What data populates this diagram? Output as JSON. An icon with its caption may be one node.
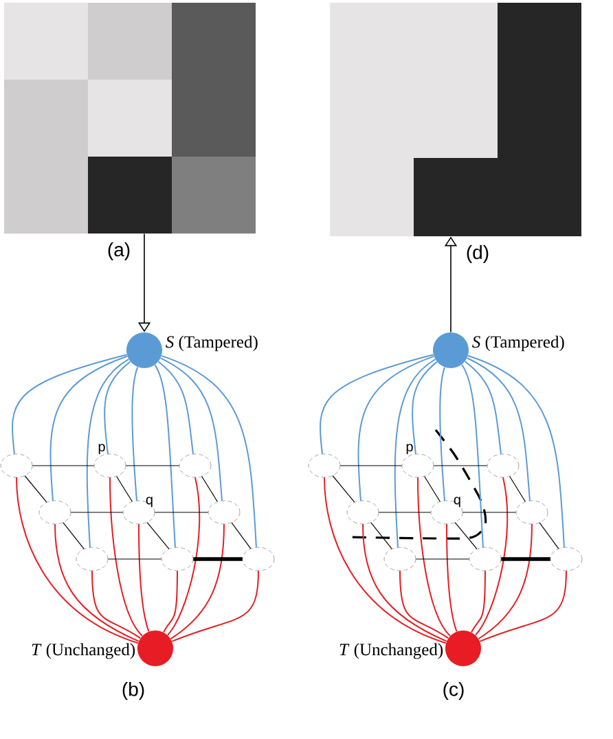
{
  "diagram": {
    "nodes": [
      {
        "text": [],
        "shape": "picture",
        "beside": [
          "(a)"
        ]
      },
      {
        "text": [],
        "shape": "picture",
        "beside": [
          "(d)"
        ]
      },
      {
        "text": [],
        "shape": "circle",
        "beside": [
          "*S* (Tampered)"
        ]
      },
      {
        "text": [],
        "shape": "ellipse"
      },
      {
        "text": [],
        "shape": "ellipse",
        "beside": [
          "p"
        ]
      },
      {
        "text": [],
        "shape": "ellipse"
      },
      {
        "text": [],
        "shape": "ellipse"
      },
      {
        "text": [],
        "shape": "ellipse",
        "beside": [
          "q"
        ]
      },
      {
        "text": [],
        "shape": "ellipse"
      },
      {
        "text": [],
        "shape": "ellipse"
      },
      {
        "text": [],
        "shape": "ellipse"
      },
      {
        "text": [],
        "shape": "ellipse"
      },
      {
        "text": [],
        "shape": "circle",
        "beside": [
          "*T* (Unchanged)"
        ]
      },
      {
        "text": [],
        "shape": "circle",
        "beside": [
          "*S* (Tampered)"
        ]
      },
      {
        "text": [],
        "shape": "ellipse"
      },
      {
        "text": [],
        "shape": "ellipse",
        "beside": [
          "p"
        ]
      },
      {
        "text": [],
        "shape": "ellipse"
      },
      {
        "text": [],
        "shape": "ellipse"
      },
      {
        "text": [],
        "shape": "ellipse",
        "beside": [
          "q"
        ]
      },
      {
        "text": [],
        "shape": "ellipse"
      },
      {
        "text": [],
        "shape": "ellipse"
      },
      {
        "text": [],
        "shape": "ellipse"
      },
      {
        "text": [],
        "shape": "ellipse"
      },
      {
        "text": [],
        "shape": "circle",
        "beside": [
          "*T* (Unchanged)"
        ]
      }
    ],
    "edges": [
      {
        "from": 0,
        "to": 2,
        "arrow": "to"
      },
      {
        "from": 13,
        "to": 1,
        "arrow": "to"
      },
      {
        "from": 2,
        "to": 3,
        "arrow": "none",
        "color": "#5b9bd5"
      },
      {
        "from": 2,
        "to": 4,
        "arrow": "none",
        "color": "#5b9bd5"
      },
      {
        "from": 2,
        "to": 5,
        "arrow": "none",
        "color": "#5b9bd5"
      },
      {
        "from": 2,
        "to": 6,
        "arrow": "none",
        "color": "#5b9bd5"
      },
      {
        "from": 2,
        "to": 7,
        "arrow": "none",
        "color": "#5b9bd5"
      },
      {
        "from": 2,
        "to": 8,
        "arrow": "none",
        "color": "#5b9bd5"
      },
      {
        "from": 2,
        "to": 9,
        "arrow": "none",
        "color": "#5b9bd5"
      },
      {
        "from": 2,
        "to": 10,
        "arrow": "none",
        "color": "#5b9bd5"
      },
      {
        "from": 2,
        "to": 11,
        "arrow": "none",
        "color": "#5b9bd5"
      },
      {
        "from": 3,
        "to": 12,
        "arrow": "none",
        "color": "#e31e24"
      },
      {
        "from": 4,
        "to": 12,
        "arrow": "none",
        "color": "#e31e24"
      },
      {
        "from": 5,
        "to": 12,
        "arrow": "none",
        "color": "#e31e24"
      },
      {
        "from": 6,
        "to": 12,
        "arrow": "none",
        "color": "#e31e24"
      },
      {
        "from": 7,
        "to": 12,
        "arrow": "none",
        "color": "#e31e24"
      },
      {
        "from": 8,
        "to": 12,
        "arrow": "none",
        "color": "#e31e24"
      },
      {
        "from": 9,
        "to": 12,
        "arrow": "none",
        "color": "#e31e24"
      },
      {
        "from": 10,
        "to": 12,
        "arrow": "none",
        "color": "#e31e24"
      },
      {
        "from": 11,
        "to": 12,
        "arrow": "none",
        "color": "#e31e24"
      },
      {
        "from": 3,
        "to": 4,
        "arrow": "none"
      },
      {
        "from": 4,
        "to": 5,
        "arrow": "none"
      },
      {
        "from": 6,
        "to": 7,
        "arrow": "none"
      },
      {
        "from": 7,
        "to": 8,
        "arrow": "none"
      },
      {
        "from": 9,
        "to": 10,
        "arrow": "none"
      },
      {
        "from": 10,
        "to": 11,
        "arrow": "none",
        "style": "thick"
      },
      {
        "from": 3,
        "to": 6,
        "arrow": "none"
      },
      {
        "from": 4,
        "to": 7,
        "arrow": "none"
      },
      {
        "from": 5,
        "to": 8,
        "arrow": "none"
      },
      {
        "from": 6,
        "to": 9,
        "arrow": "none"
      },
      {
        "from": 7,
        "to": 10,
        "arrow": "none"
      },
      {
        "from": 8,
        "to": 11,
        "arrow": "none"
      },
      {
        "from": 13,
        "to": 14,
        "arrow": "none",
        "color": "#5b9bd5"
      },
      {
        "from": 13,
        "to": 15,
        "arrow": "none",
        "color": "#5b9bd5"
      },
      {
        "from": 13,
        "to": 16,
        "arrow": "none",
        "color": "#5b9bd5"
      },
      {
        "from": 13,
        "to": 17,
        "arrow": "none",
        "color": "#5b9bd5"
      },
      {
        "from": 13,
        "to": 18,
        "arrow": "none",
        "color": "#5b9bd5"
      },
      {
        "from": 13,
        "to": 19,
        "arrow": "none",
        "color": "#5b9bd5"
      },
      {
        "from": 13,
        "to": 20,
        "arrow": "none",
        "color": "#5b9bd5"
      },
      {
        "from": 13,
        "to": 21,
        "arrow": "none",
        "color": "#5b9bd5"
      },
      {
        "from": 13,
        "to": 22,
        "arrow": "none",
        "color": "#5b9bd5"
      },
      {
        "from": 14,
        "to": 23,
        "arrow": "none",
        "color": "#e31e24"
      },
      {
        "from": 15,
        "to": 23,
        "arrow": "none",
        "color": "#e31e24"
      },
      {
        "from": 16,
        "to": 23,
        "arrow": "none",
        "color": "#e31e24"
      },
      {
        "from": 17,
        "to": 23,
        "arrow": "none",
        "color": "#e31e24"
      },
      {
        "from": 18,
        "to": 23,
        "arrow": "none",
        "color": "#e31e24"
      },
      {
        "from": 19,
        "to": 23,
        "arrow": "none",
        "color": "#e31e24"
      },
      {
        "from": 20,
        "to": 23,
        "arrow": "none",
        "color": "#e31e24"
      },
      {
        "from": 21,
        "to": 23,
        "arrow": "none",
        "color": "#e31e24"
      },
      {
        "from": 22,
        "to": 23,
        "arrow": "none",
        "color": "#e31e24"
      },
      {
        "from": 14,
        "to": 15,
        "arrow": "none"
      },
      {
        "from": 15,
        "to": 16,
        "arrow": "none"
      },
      {
        "from": 17,
        "to": 18,
        "arrow": "none"
      },
      {
        "from": 18,
        "to": 19,
        "arrow": "none"
      },
      {
        "from": 20,
        "to": 21,
        "arrow": "none"
      },
      {
        "from": 21,
        "to": 22,
        "arrow": "none",
        "style": "thick"
      },
      {
        "from": 14,
        "to": 17,
        "arrow": "none"
      },
      {
        "from": 15,
        "to": 18,
        "arrow": "none"
      },
      {
        "from": 16,
        "to": 19,
        "arrow": "none"
      },
      {
        "from": 17,
        "to": 20,
        "arrow": "none"
      },
      {
        "from": 18,
        "to": 21,
        "arrow": "none"
      },
      {
        "from": 19,
        "to": 22,
        "arrow": "none"
      }
    ],
    "labels": [
      "(b)",
      "(c)"
    ]
  }
}
